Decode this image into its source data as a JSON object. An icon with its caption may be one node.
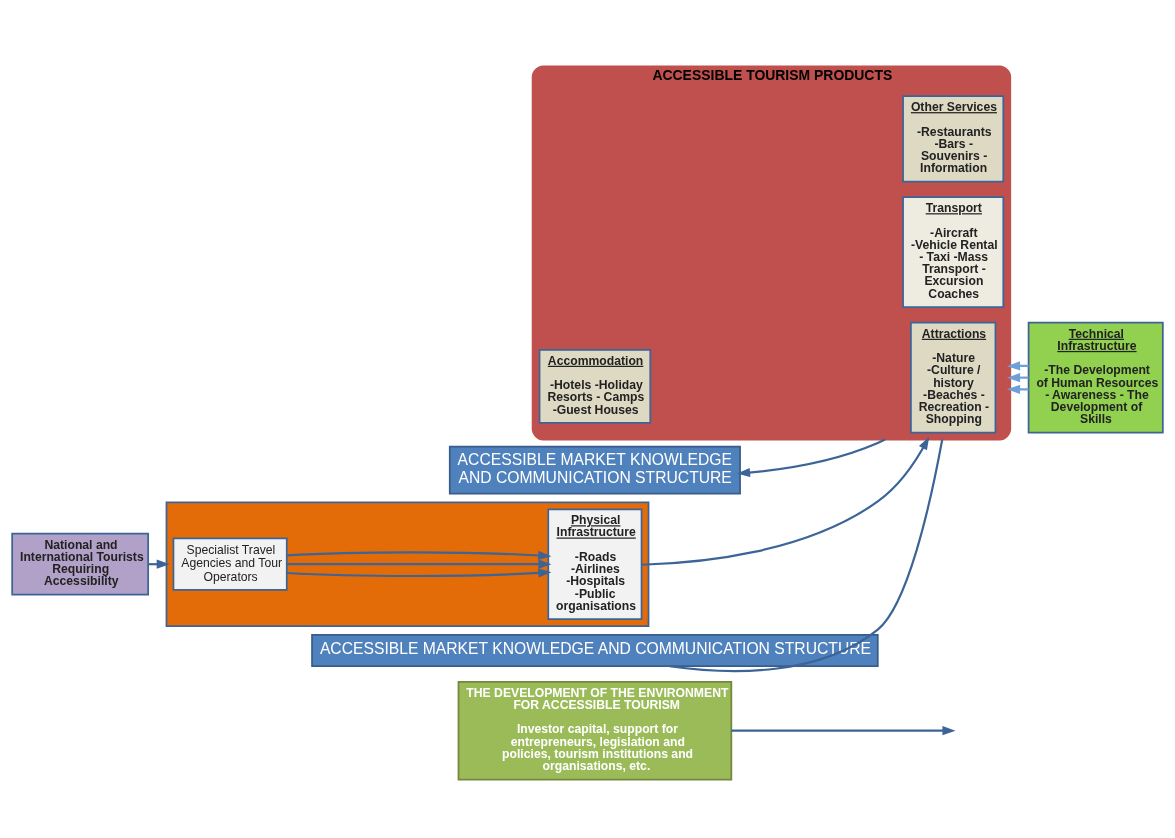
{
  "diagram": {
    "nodes": [
      {
        "text": [
          "ACCESSIBLE MARKET KNOWLEDGE AND COMMUNICATION STRUCTURE"
        ]
      },
      {
        "text": [
          "THE DEVELOPMENT OF THE ENVIRONMENT FOR ACCESSIBLE TOURISM",
          "Investor capital, support for entrepreneurs, legislation and policies, tourism institutions and organisations, etc."
        ]
      },
      {
        "text": [
          "National and International Tourists Requiring Accessibility"
        ]
      },
      {
        "text": [],
        "shape": "box"
      },
      {
        "text": [
          "Specialist Travel Agencies and Tour Operators"
        ],
        "in": 3
      },
      {
        "text": [
          "Physical Infrastructure",
          "-Roads -Airlines -Hospitals -Public organisations"
        ],
        "in": 3
      },
      {
        "text": [
          "ACCESSIBLE TOURISM PRODUCTS"
        ]
      },
      {
        "text": [
          "Attractions",
          "-Nature -Culture / history -Beaches - Recreation - Shopping"
        ],
        "in": 6
      },
      {
        "text": [
          "Accommodation",
          "-Hotels -Holiday Resorts - Camps -Guest Houses"
        ],
        "in": 6
      },
      {
        "text": [
          "Transport",
          "-Aircraft -Vehicle Rental - Taxi -Mass Transport - Excursion Coaches"
        ],
        "in": 6
      },
      {
        "text": [
          "Other Services",
          "-Restaurants -Bars - Souvenirs - Information"
        ],
        "in": 6
      },
      {
        "text": [
          "Technical Infrastructure",
          "-The Development of Human Resources - Awareness - The Development of Skills"
        ]
      },
      {
        "text": [
          "ACCESSIBLE MARKET KNOWLEDGE AND COMMUNICATION STRUCTURE"
        ]
      }
    ],
    "edges": [
      {
        "from": 6,
        "to": 0,
        "arrow": "to"
      },
      {
        "from": 1,
        "to": null,
        "arrow": "to"
      },
      {
        "from": 2,
        "to": 3,
        "arrow": "to"
      },
      {
        "from": 4,
        "to": 5,
        "arrow": "to"
      },
      {
        "from": 4,
        "to": 5,
        "arrow": "to"
      },
      {
        "from": 4,
        "to": 5,
        "arrow": "to"
      },
      {
        "from": 5,
        "to": 6,
        "arrow": "to"
      },
      {
        "from": 11,
        "to": 6,
        "arrow": "to",
        "color": "#6f9fd8"
      },
      {
        "from": 11,
        "to": 6,
        "arrow": "to",
        "color": "#6f9fd8"
      },
      {
        "from": 11,
        "to": 6,
        "arrow": "to",
        "color": "#6f9fd8"
      },
      {
        "from": 12,
        "to": 6,
        "arrow": "none"
      }
    ]
  }
}
